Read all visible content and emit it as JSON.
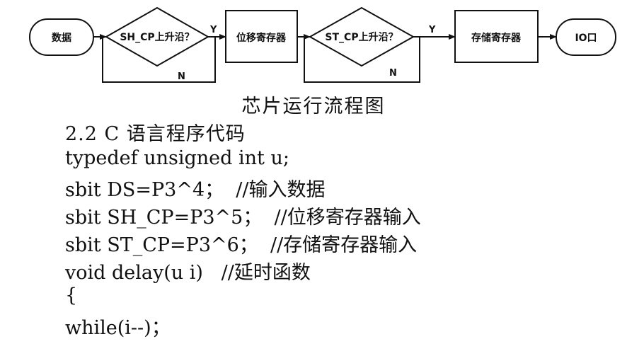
{
  "flowchart": {
    "start": "数据",
    "decision1": "SH_CP上升沿？",
    "process1": "位移寄存器",
    "decision2": "ST_CP上升沿？",
    "process2": "存储寄存器",
    "end": "IO口",
    "yes_label": "Y",
    "no_label": "N"
  },
  "caption": "芯片运行流程图",
  "section_title": "2.2 C 语言程序代码",
  "code_lines": [
    "typedef unsigned int u;",
    "sbit DS=P3^4；  //输入数据",
    "sbit SH_CP=P3^5；  //位移寄存器输入",
    "sbit ST_CP=P3^6；  //存储寄存器输入",
    "void delay(u i)   //延时函数",
    "{",
    "while(i--)；"
  ]
}
